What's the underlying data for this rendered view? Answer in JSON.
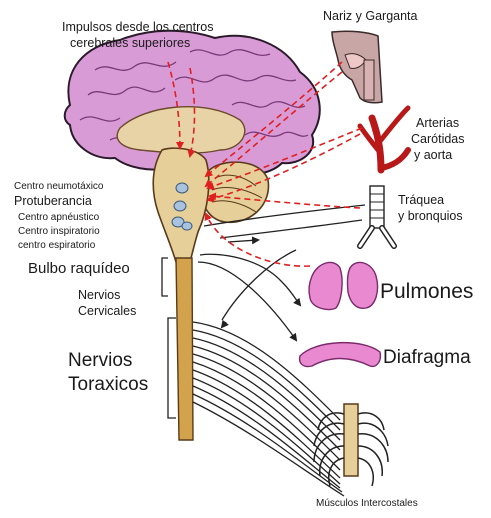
{
  "labels": {
    "impulses_line1": "Impulsos desde los centros",
    "impulses_line2": "cerebrales superiores",
    "nose_throat": "Nariz y Garganta",
    "arteries_line1": "Arterias",
    "arteries_line2": "Carótidas",
    "arteries_line3": "y aorta",
    "trachea_line1": "Tráquea",
    "trachea_line2": "y bronquios",
    "pneumotaxic": "Centro neumotáxico",
    "pons": "Protuberancia",
    "apneustic": "Centro apnéustico",
    "inspiratory": "Centro inspiratorio",
    "expiratory": "centro espiratorio",
    "medulla": "Bulbo raquídeo",
    "cervical_line1": "Nervios",
    "cervical_line2": "Cervicales",
    "lungs": "Pulmones",
    "thoracic_line1": "Nervios",
    "thoracic_line2": "Toraxicos",
    "diaphragm": "Diafragma",
    "intercostals": "Músculos Intercostales"
  },
  "colors": {
    "brain": "#d99bd6",
    "brain_outline": "#2a1a2a",
    "brainstem": "#e6cf98",
    "spinal_cord": "#d2a24c",
    "centers": "#a9c3de",
    "organ_pink": "#e98ad0",
    "artery_red": "#b81818",
    "afferent_arrow": "#e02020",
    "nerve_line": "#222222"
  }
}
